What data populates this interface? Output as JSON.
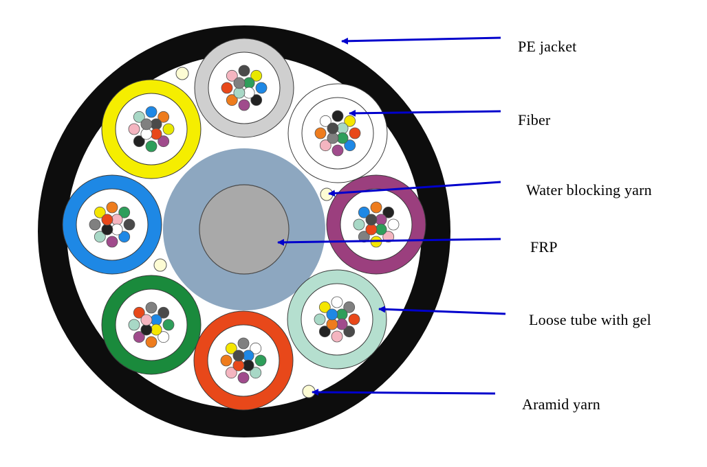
{
  "labels": {
    "pe_jacket": "PE jacket",
    "fiber": "Fiber",
    "water_blocking_yarn": "Water blocking yarn",
    "frp": "FRP",
    "loose_tube": "Loose tube with gel",
    "aramid_yarn": "Aramid yarn"
  },
  "colors": {
    "jacket": "#0d0d0d",
    "arrow": "#0000cc",
    "frp_outer": "#8da7c0",
    "frp_inner": "#a9a9a9",
    "yarn": "#fdfcd4"
  },
  "tubes": [
    {
      "ring": "#cfcfcf",
      "fibers": [
        "#4a4a4a",
        "#e8e800",
        "#1e88e5",
        "#222222",
        "#a04b8c",
        "#ee7c1d",
        "#e8481a",
        "#f4b5c0",
        "#2e9e5a",
        "#ffffff",
        "#a8d8c6",
        "#808080"
      ]
    },
    {
      "ring": "#ffffff",
      "fibers": [
        "#222222",
        "#f5e600",
        "#e8481a",
        "#1e88e5",
        "#a04b8c",
        "#f4b5c0",
        "#ee7c1d",
        "#ffffff",
        "#a8d8c6",
        "#2e9e5a",
        "#808080",
        "#4a4a4a"
      ]
    },
    {
      "ring": "#9b3f7e",
      "fibers": [
        "#ee7c1d",
        "#222222",
        "#ffffff",
        "#f4b5c0",
        "#f5e600",
        "#808080",
        "#a8d8c6",
        "#1e88e5",
        "#a04b8c",
        "#2e9e5a",
        "#e8481a",
        "#4a4a4a"
      ]
    },
    {
      "ring": "#b5dfcf",
      "fibers": [
        "#ffffff",
        "#808080",
        "#e8481a",
        "#4a4a4a",
        "#f4b5c0",
        "#222222",
        "#a8d8c6",
        "#f5e600",
        "#2e9e5a",
        "#a04b8c",
        "#ee7c1d",
        "#1e88e5"
      ]
    },
    {
      "ring": "#e8481a",
      "fibers": [
        "#808080",
        "#ffffff",
        "#2e9e5a",
        "#a8d8c6",
        "#a04b8c",
        "#f4b5c0",
        "#ee7c1d",
        "#f5e600",
        "#1e88e5",
        "#222222",
        "#e8481a",
        "#4a4a4a"
      ]
    },
    {
      "ring": "#1a8a3c",
      "fibers": [
        "#808080",
        "#4a4a4a",
        "#2e9e5a",
        "#ffffff",
        "#ee7c1d",
        "#a04b8c",
        "#a8d8c6",
        "#e8481a",
        "#1e88e5",
        "#f5e600",
        "#222222",
        "#f4b5c0"
      ]
    },
    {
      "ring": "#1e88e5",
      "fibers": [
        "#ee7c1d",
        "#2e9e5a",
        "#4a4a4a",
        "#1e88e5",
        "#a04b8c",
        "#a8d8c6",
        "#808080",
        "#f5e600",
        "#f4b5c0",
        "#ffffff",
        "#222222",
        "#e8481a"
      ]
    },
    {
      "ring": "#f5ee00",
      "fibers": [
        "#1e88e5",
        "#ee7c1d",
        "#e8e800",
        "#a04b8c",
        "#2e9e5a",
        "#222222",
        "#f4b5c0",
        "#a8d8c6",
        "#4a4a4a",
        "#e8481a",
        "#ffffff",
        "#808080"
      ]
    }
  ]
}
